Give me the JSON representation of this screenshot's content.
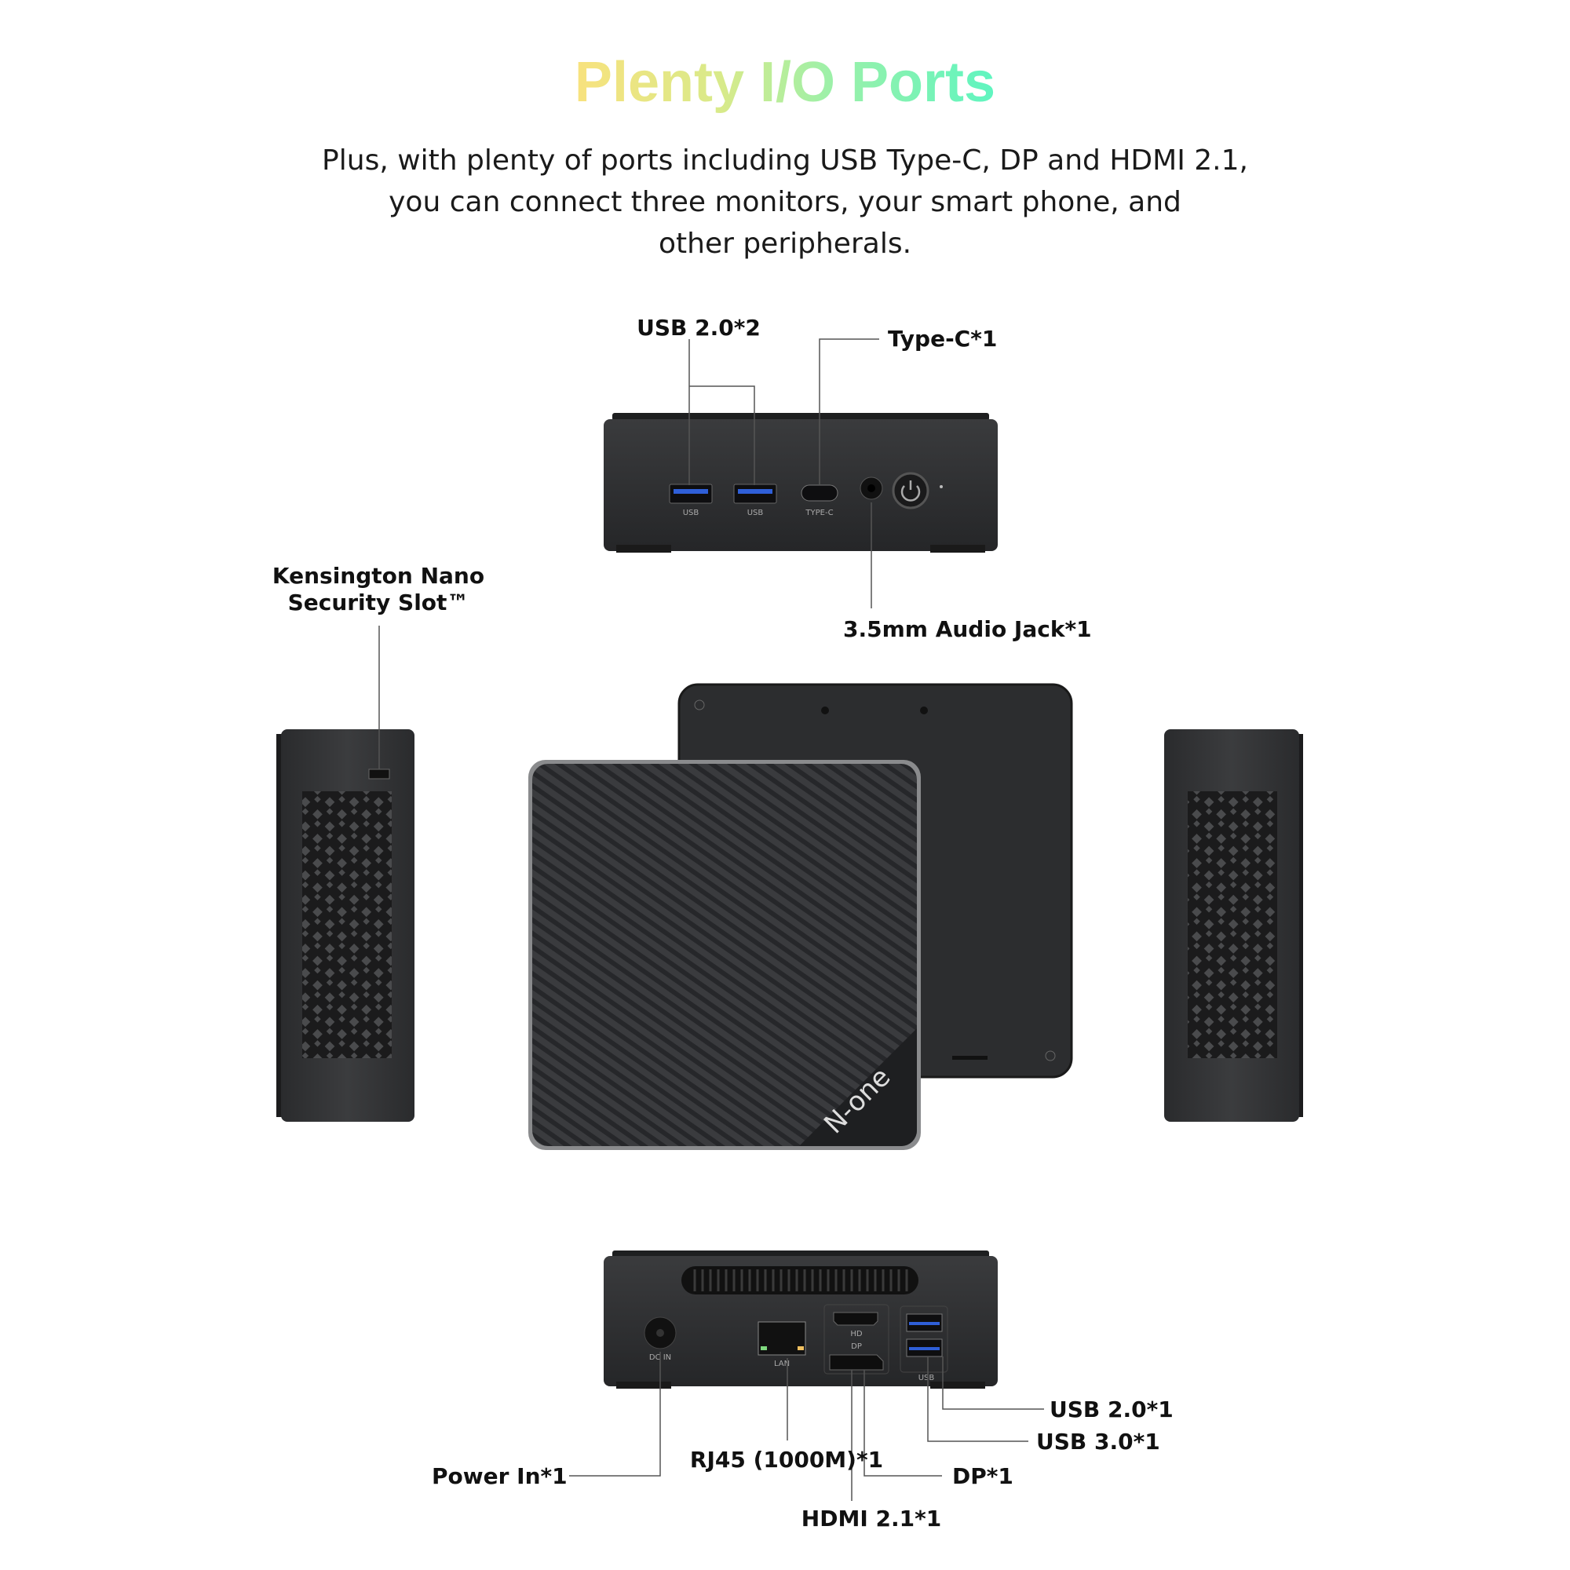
{
  "header": {
    "title": "Plenty I/O Ports",
    "description": [
      "Plus, with plenty of ports including USB Type-C, DP and HDMI 2.1,",
      "you can connect three monitors, your smart phone, and",
      "other peripherals."
    ]
  },
  "front_ports": {
    "usb20": "USB 2.0*2",
    "typec": "Type-C*1",
    "audio": "3.5mm Audio Jack*1",
    "port_prints": {
      "usb": "USB",
      "typec": "TYPE-C"
    }
  },
  "side": {
    "kensington_line1": "Kensington Nano",
    "kensington_line2": "Security Slot™"
  },
  "product": {
    "brand": "N-one"
  },
  "rear_ports": {
    "usb20": "USB 2.0*1",
    "usb30": "USB 3.0*1",
    "dp": "DP*1",
    "hdmi": "HDMI 2.1*1",
    "rj45": "RJ45 (1000M)*1",
    "power": "Power In*1",
    "port_prints": {
      "dcin": "DC IN",
      "lan": "LAN",
      "hd": "HD",
      "dp": "DP",
      "usb": "USB"
    }
  },
  "colors": {
    "title_start": "#f8e27e",
    "title_end": "#5ff5c0",
    "device": "#2e2f31",
    "usb_blue": "#2f5fd8"
  }
}
